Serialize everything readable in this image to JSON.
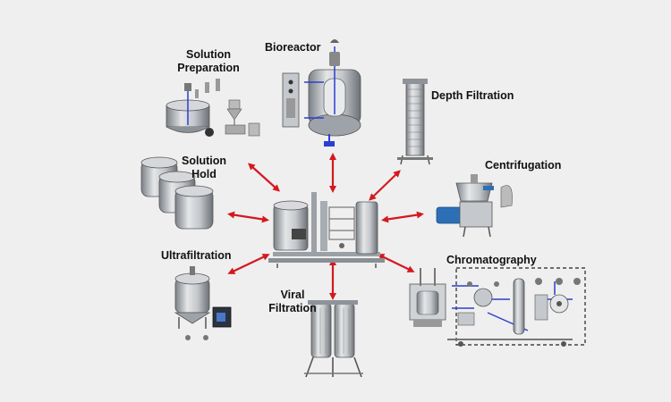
{
  "labels": {
    "solution_preparation_1": "Solution",
    "solution_preparation_2": "Preparation",
    "bioreactor": "Bioreactor",
    "depth_filtration": "Depth Filtration",
    "solution_hold_1": "Solution",
    "solution_hold_2": "Hold",
    "centrifugation": "Centrifugation",
    "ultrafiltration": "Ultrafiltration",
    "viral_filtration_1": "Viral",
    "viral_filtration_2": "Filtration",
    "chromatography": "Chromatography"
  },
  "colors": {
    "background": "#efefef",
    "arrow": "#d4181f",
    "steel": "#b9bdc2",
    "steel_dark": "#6f747a",
    "pipe_blue": "#2b3fd0",
    "motor_blue": "#2c6fb7"
  }
}
